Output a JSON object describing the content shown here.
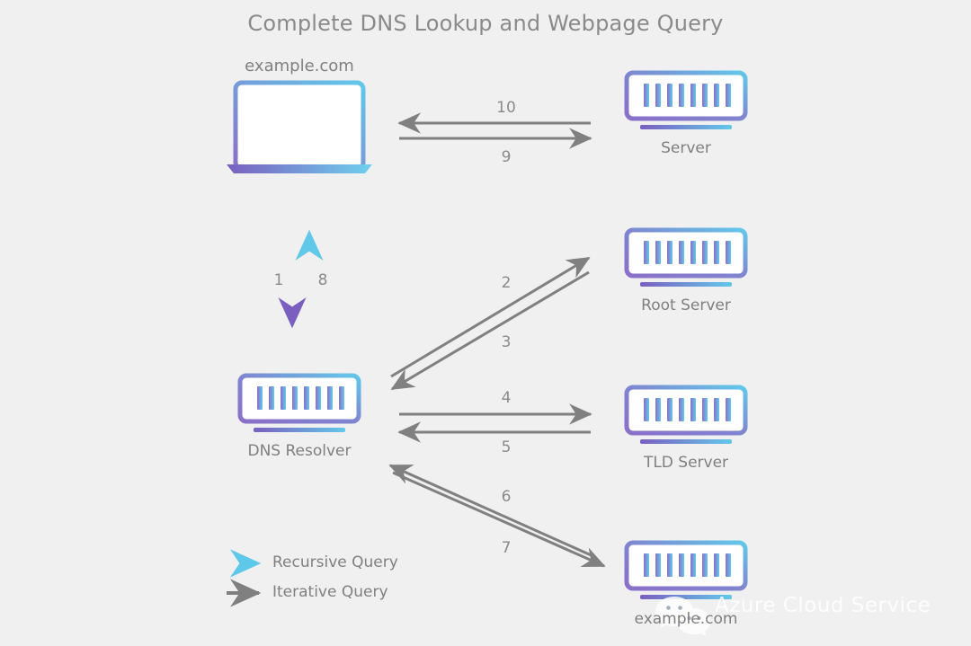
{
  "title": "Complete DNS Lookup and Webpage Query",
  "background_color": "#f0f0f0",
  "colors": {
    "title_gray": "#8a8a8a",
    "label_gray": "#7f7f7f",
    "iterative_gray": "#808080",
    "recursive_purple": "#7b63c4",
    "recursive_cyan": "#5ec8e8",
    "icon_purple": "#8070c8",
    "icon_cyan": "#5ec4e6",
    "screen_white": "#ffffff"
  },
  "nodes": {
    "client": {
      "label": "example.com",
      "icon": "laptop-icon"
    },
    "server": {
      "label": "Server",
      "icon": "server-icon"
    },
    "root_server": {
      "label": "Root Server",
      "icon": "server-icon"
    },
    "dns_resolver": {
      "label": "DNS Resolver",
      "icon": "server-icon"
    },
    "tld_server": {
      "label": "TLD Server",
      "icon": "server-icon"
    },
    "authoritative_server": {
      "label": "example.com",
      "icon": "server-icon"
    }
  },
  "steps": [
    {
      "id": "1",
      "label": "1",
      "type": "recursive",
      "from": "client",
      "to": "dns_resolver",
      "direction": "down"
    },
    {
      "id": "2",
      "label": "2",
      "type": "iterative",
      "from": "dns_resolver",
      "to": "root_server",
      "direction": "up-right"
    },
    {
      "id": "3",
      "label": "3",
      "type": "iterative",
      "from": "root_server",
      "to": "dns_resolver",
      "direction": "down-left"
    },
    {
      "id": "4",
      "label": "4",
      "type": "iterative",
      "from": "dns_resolver",
      "to": "tld_server",
      "direction": "right"
    },
    {
      "id": "5",
      "label": "5",
      "type": "iterative",
      "from": "tld_server",
      "to": "dns_resolver",
      "direction": "left"
    },
    {
      "id": "6",
      "label": "6",
      "type": "iterative",
      "from": "authoritative_server",
      "to": "dns_resolver",
      "direction": "up-left"
    },
    {
      "id": "7",
      "label": "7",
      "type": "iterative",
      "from": "dns_resolver",
      "to": "authoritative_server",
      "direction": "down-right"
    },
    {
      "id": "8",
      "label": "8",
      "type": "recursive",
      "from": "dns_resolver",
      "to": "client",
      "direction": "up"
    },
    {
      "id": "9",
      "label": "9",
      "type": "iterative",
      "from": "client",
      "to": "server",
      "direction": "right"
    },
    {
      "id": "10",
      "label": "10",
      "type": "iterative",
      "from": "server",
      "to": "client",
      "direction": "left"
    }
  ],
  "legend": {
    "items": [
      {
        "label": "Recursive Query",
        "type": "recursive"
      },
      {
        "label": "Iterative Query",
        "type": "iterative"
      }
    ]
  },
  "watermark": {
    "text": "Azure Cloud Service",
    "icon": "wechat-icon"
  }
}
